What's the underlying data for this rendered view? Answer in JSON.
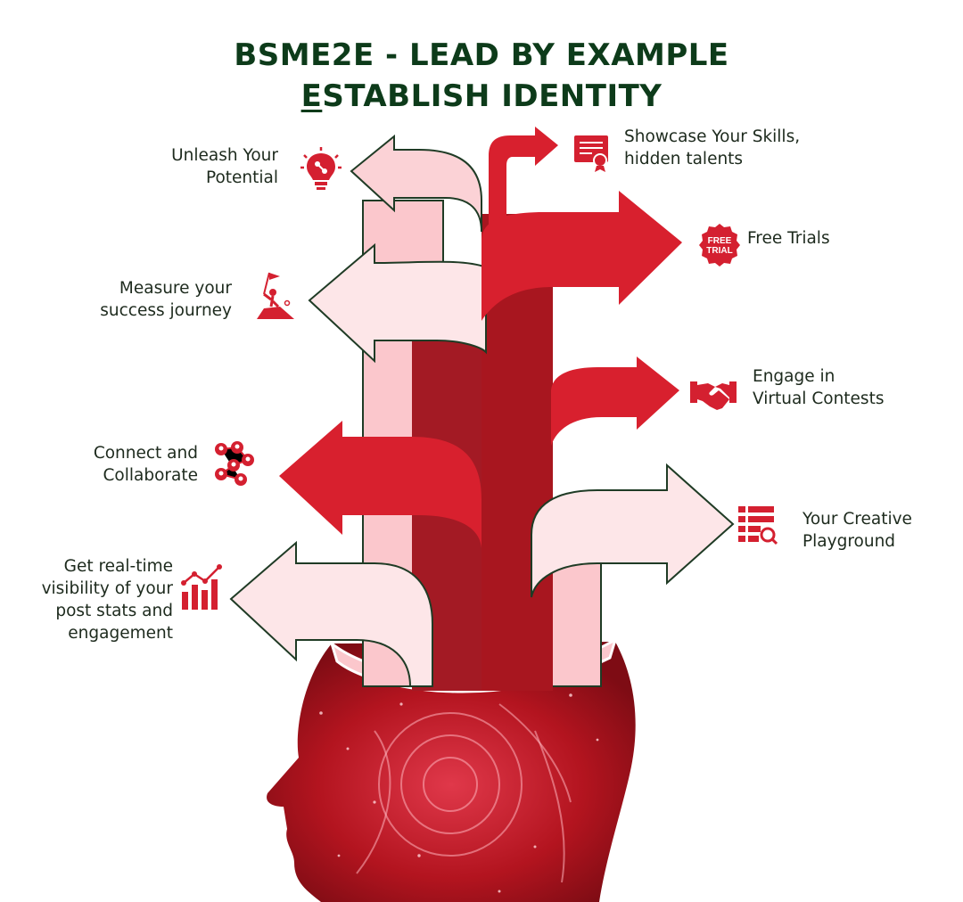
{
  "title": {
    "line1": "BSME2E - LEAD BY EXAMPLE",
    "line2_first": "E",
    "line2_rest": "STABLISH IDENTITY"
  },
  "colors": {
    "title": "#0d3b1a",
    "red": "#d42030",
    "dark_red": "#a31a24",
    "pink": "#fbc7cc",
    "light_pink": "#fde6e8",
    "outline": "#1f3b25"
  },
  "features": [
    {
      "id": "unleash",
      "line1": "Unleash Your",
      "line2": "Potential",
      "icon": "lightbulb-icon"
    },
    {
      "id": "measure",
      "line1": "Measure your",
      "line2": "success journey",
      "icon": "climber-flag-icon"
    },
    {
      "id": "connect",
      "line1": "Connect and",
      "line2": "Collaborate",
      "icon": "network-icon"
    },
    {
      "id": "realtime",
      "line1": "Get real-time",
      "line2": "visibility of your",
      "line3": "post stats and",
      "line4": "engagement",
      "icon": "bar-chart-icon"
    },
    {
      "id": "showcase",
      "line1": "Showcase Your Skills,",
      "line2": "hidden talents",
      "icon": "certificate-icon"
    },
    {
      "id": "trials",
      "line1": "Free Trials",
      "icon": "free-trial-badge-icon",
      "badge_line1": "FREE",
      "badge_line2": "TRIAL"
    },
    {
      "id": "contests",
      "line1": "Engage in",
      "line2": "Virtual Contests",
      "icon": "handshake-icon"
    },
    {
      "id": "playground",
      "line1": "Your Creative",
      "line2": "Playground",
      "icon": "list-search-icon"
    }
  ]
}
